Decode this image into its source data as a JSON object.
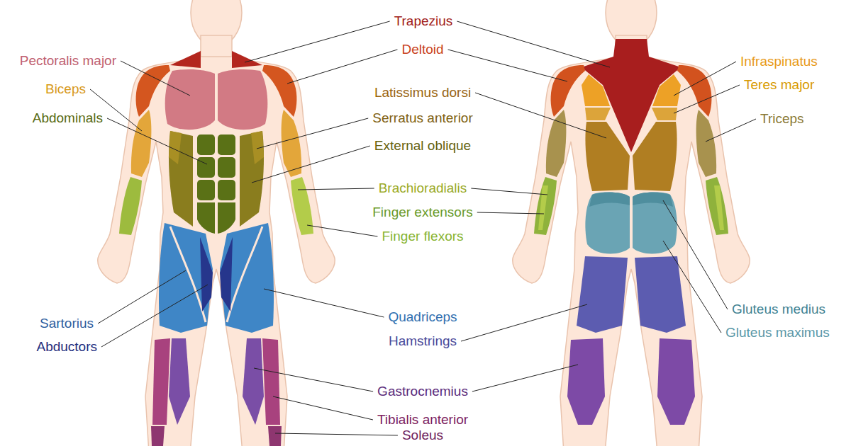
{
  "diagram": {
    "labels": [
      "Trapezius",
      "Deltoid",
      "Pectoralis major",
      "Biceps",
      "Abdominals",
      "Latissimus dorsi",
      "Serratus anterior",
      "External oblique",
      "Brachioradialis",
      "Finger extensors",
      "Finger flexors",
      "Infraspinatus",
      "Teres major",
      "Triceps",
      "Sartorius",
      "Abductors",
      "Quadriceps",
      "Hamstrings",
      "Gastrocnemius",
      "Tibialis anterior",
      "Soleus",
      "Gluteus medius",
      "Gluteus maximus"
    ]
  }
}
